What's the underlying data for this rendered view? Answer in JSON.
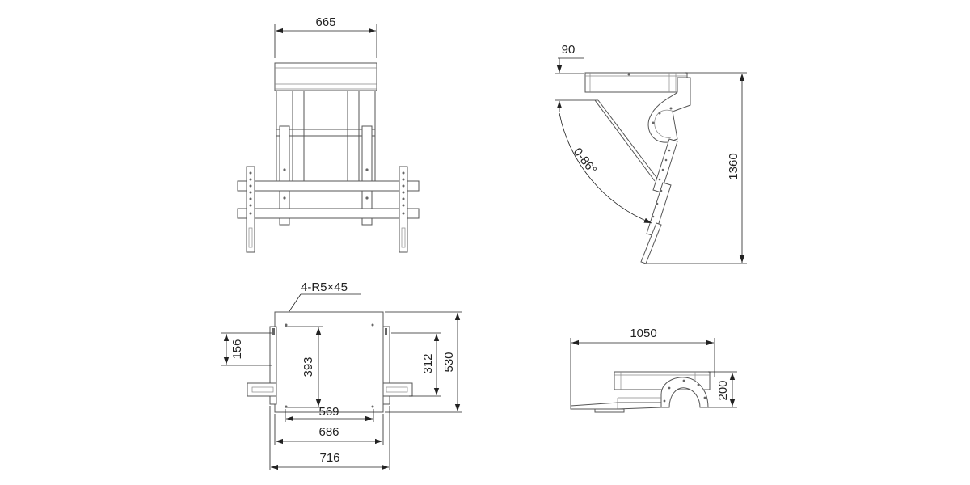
{
  "dimensions": {
    "front_width": "665",
    "side_offset": "90",
    "side_height": "1360",
    "angle": "0-86°",
    "hole_spec": "4-R5×45",
    "plan_156": "156",
    "plan_393": "393",
    "plan_312": "312",
    "plan_530": "530",
    "plan_569": "569",
    "plan_686": "686",
    "plan_716": "716",
    "folded_length": "1050",
    "folded_height": "200"
  }
}
